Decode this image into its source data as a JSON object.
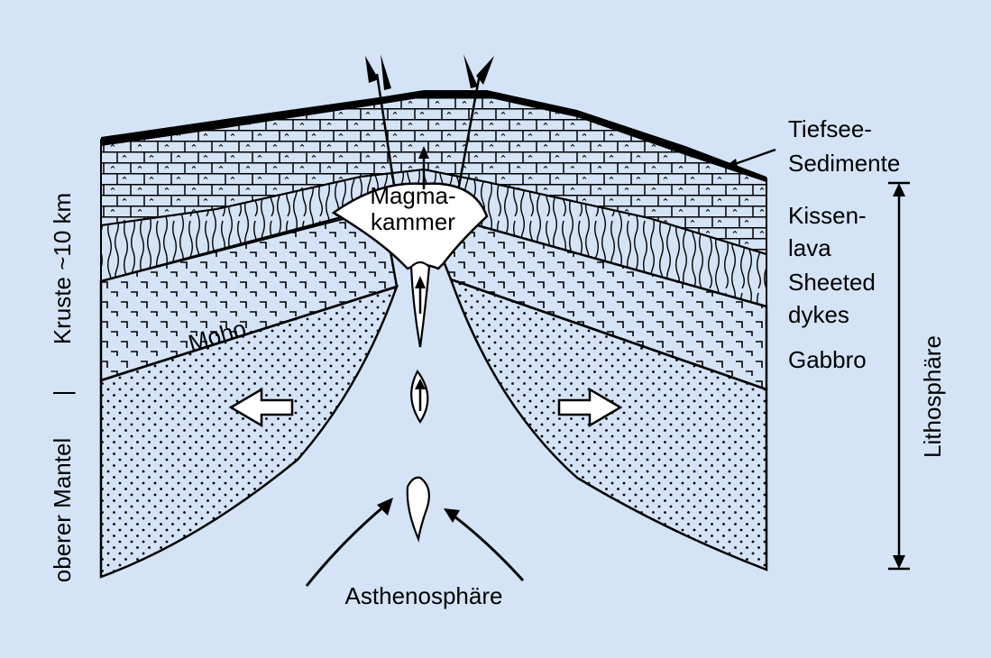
{
  "diagram": {
    "magma_chamber_line1": "Magma-",
    "magma_chamber_line2": "kammer",
    "moho": "Moho",
    "asthenosphere": "Asthenosphäre",
    "deep_sea_sediments_line1": "Tiefsee-",
    "deep_sea_sediments_line2": "Sedimente",
    "pillow_lava_line1": "Kissen-",
    "pillow_lava_line2": "lava",
    "sheeted_dykes_line1": "Sheeted",
    "sheeted_dykes_line2": "dykes",
    "gabbro": "Gabbro",
    "lithosphere": "Lithosphäre",
    "crust": "Kruste ~10 km",
    "upper_mantle": "oberer Mantel",
    "separator": "|"
  },
  "colors": {
    "background": "#d5e3f6",
    "line": "#000000",
    "fill": "#ffffff"
  }
}
